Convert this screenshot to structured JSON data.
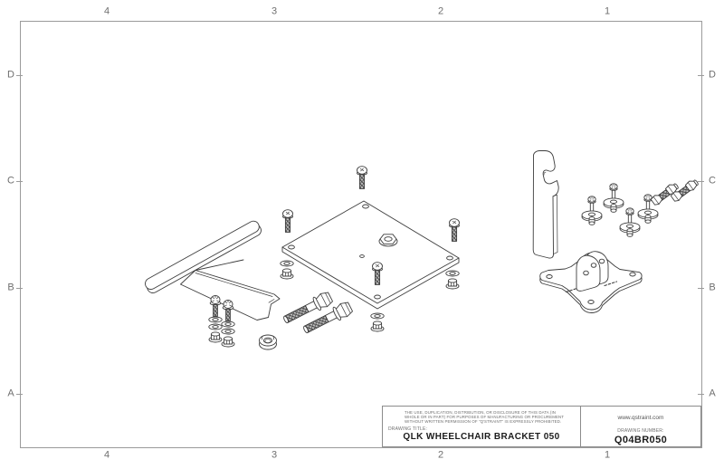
{
  "drawing": {
    "zones": {
      "cols": [
        "4",
        "3",
        "2",
        "1"
      ],
      "rows": [
        "D",
        "C",
        "B",
        "A"
      ]
    },
    "title_block": {
      "legal_lines": [
        "THE USE, DUPLICATION, DISTRIBUTION, OR DISCLOSURE OF THIS DATA (IN",
        "WHOLE OR IN PART) FOR PURPOSES OF MANUFACTURING OR PROCUREMENT",
        "WITHOUT WRITTEN PERMISSION OF \"Q'STRAINT\" IS EXPRESSLY PROHIBITED."
      ],
      "drawing_title_label": "DRAWING TITLE:",
      "drawing_title": "QLK WHEELCHAIR BRACKET 050",
      "website": "www.qstraint.com",
      "drawing_number_label": "DRAWING NUMBER:",
      "drawing_number": "Q04BR050"
    },
    "colors": {
      "line": "#3d3d3d",
      "sheet_border": "#9b9b9b",
      "zone_label": "#6f6f6f",
      "thread_fill": "#c2c2c2",
      "thread_hatch": "#7d7d7d"
    }
  }
}
